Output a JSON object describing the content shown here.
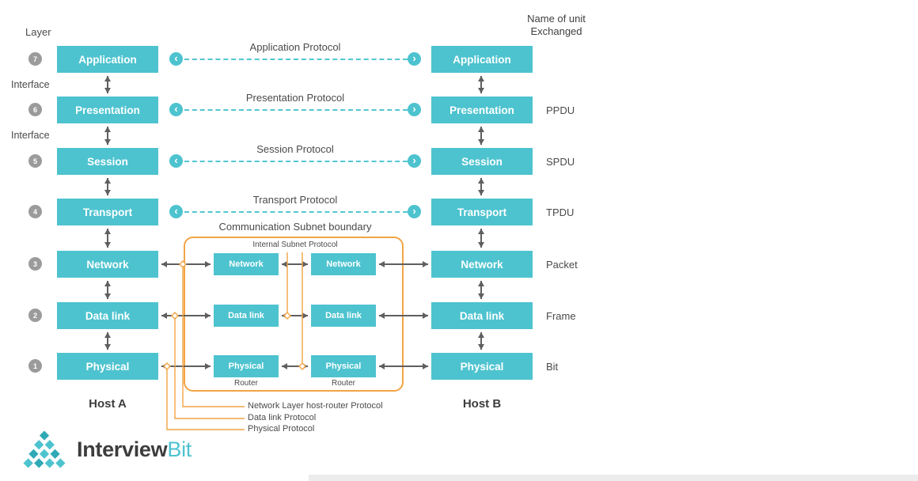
{
  "colors": {
    "teal": "#4dc3cf",
    "orange": "#f2a445",
    "circle_gray": "#9b9b9b",
    "arrow_gray": "#5f5f5f",
    "text": "#4a4a4a"
  },
  "left_column": {
    "layer_label": "Layer",
    "interface_labels": [
      "Interface",
      "Interface"
    ],
    "layer_numbers": [
      "7",
      "6",
      "5",
      "4",
      "3",
      "2",
      "1"
    ]
  },
  "host_a": {
    "title": "Host A",
    "layers": [
      "Application",
      "Presentation",
      "Session",
      "Transport",
      "Network",
      "Data link",
      "Physical"
    ]
  },
  "host_b": {
    "title": "Host B",
    "layers": [
      "Application",
      "Presentation",
      "Session",
      "Transport",
      "Network",
      "Data link",
      "Physical"
    ]
  },
  "protocols": {
    "labels": [
      "Application Protocol",
      "Presentation Protocol",
      "Session Protocol",
      "Transport Protocol"
    ]
  },
  "icons": {
    "chevron_left": "‹",
    "chevron_right": "›",
    "logo_mark": "diamond-pyramid"
  },
  "subnet": {
    "boundary_label": "Communication Subnet boundary",
    "internal_protocol_label": "Internal Subnet Protocol",
    "router_caption": "Router",
    "router1_layers": [
      "Network",
      "Data link",
      "Physical"
    ],
    "router2_layers": [
      "Network",
      "Data link",
      "Physical"
    ]
  },
  "bottom_protocols": [
    "Network Layer host-router Protocol",
    "Data link Protocol",
    "Physical Protocol"
  ],
  "units": {
    "header": [
      "Name of unit",
      "Exchanged"
    ],
    "items": [
      "PPDU",
      "SPDU",
      "TPDU",
      "Packet",
      "Frame",
      "Bit"
    ]
  },
  "logo": {
    "primary": "Interview",
    "secondary": "Bit"
  }
}
